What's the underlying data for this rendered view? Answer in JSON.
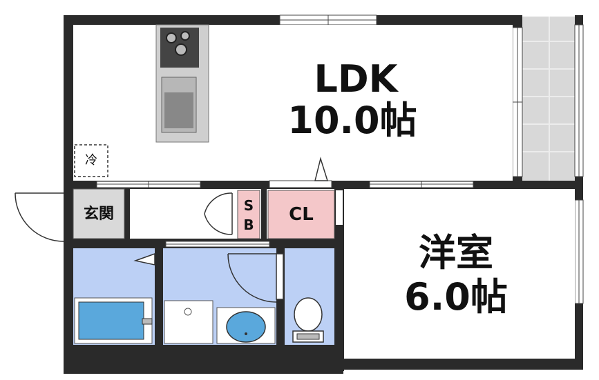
{
  "rooms": {
    "ldk_name": "LDK",
    "ldk_size": "10.0帖",
    "western_name": "洋室",
    "western_size": "6.0帖",
    "entrance": "玄関",
    "closet": "CL",
    "storage_line1": "S",
    "storage_line2": "B",
    "fridge": "冷"
  },
  "colors": {
    "wall": "#2a2a2a",
    "wet_area": "#bcd0f5",
    "closet_fill": "#f4c7c9",
    "entrance_fill": "#d9d9d9",
    "balcony_fill": "#d8d8d8",
    "bathtub": "#5aa8dc",
    "kitchen_counter": "#cfcfcf"
  }
}
